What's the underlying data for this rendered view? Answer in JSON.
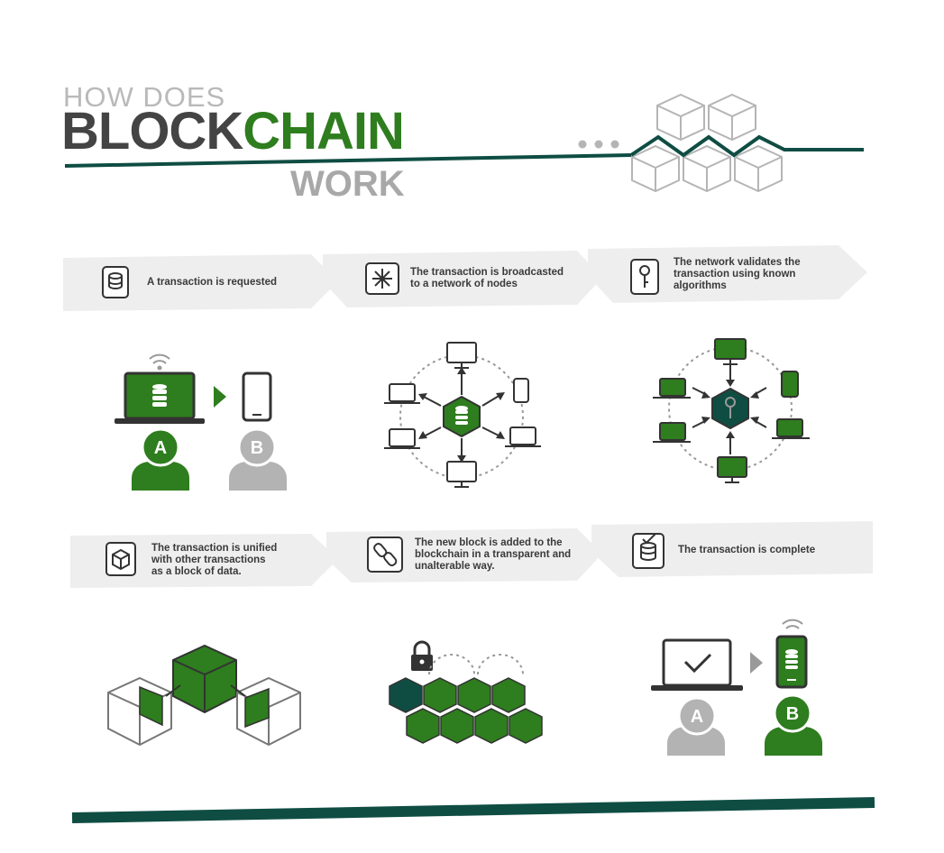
{
  "title": {
    "line1": "HOW DOES",
    "line2_dark": "BLOCK",
    "line2_green": "CHAIN",
    "line3": "WORK"
  },
  "steps": [
    {
      "label": "A transaction is requested",
      "icon": "database-icon"
    },
    {
      "label": "The transaction is broadcasted to a network of nodes",
      "icon": "network-icon"
    },
    {
      "label": "The network validates the transaction using known algorithms",
      "icon": "key-icon"
    },
    {
      "label": "The transaction is unified with other transactions as a block of data.",
      "icon": "cube-icon"
    },
    {
      "label": "The new block is added to the blockchain in a transparent and unalterable way.",
      "icon": "chain-link-icon"
    },
    {
      "label": "The transaction is complete",
      "icon": "database-check-icon"
    }
  ],
  "step_lines": [
    [
      "A transaction is requested"
    ],
    [
      "The transaction is broadcasted",
      "to a network of nodes"
    ],
    [
      "The network validates the",
      "transaction using known",
      "algorithms"
    ],
    [
      "The transaction is unified",
      "with other transactions",
      "as a block of data."
    ],
    [
      "The new block is added to the",
      "blockchain in a transparent and",
      "unalterable way."
    ],
    [
      "The transaction is complete"
    ]
  ],
  "users": {
    "a": "A",
    "b": "B"
  },
  "colors": {
    "green": "#2e7d1e",
    "dark_teal": "#0f4d43",
    "dark_text": "#444444",
    "light_grey": "#b9b9b9",
    "banner": "#eeeeee"
  }
}
